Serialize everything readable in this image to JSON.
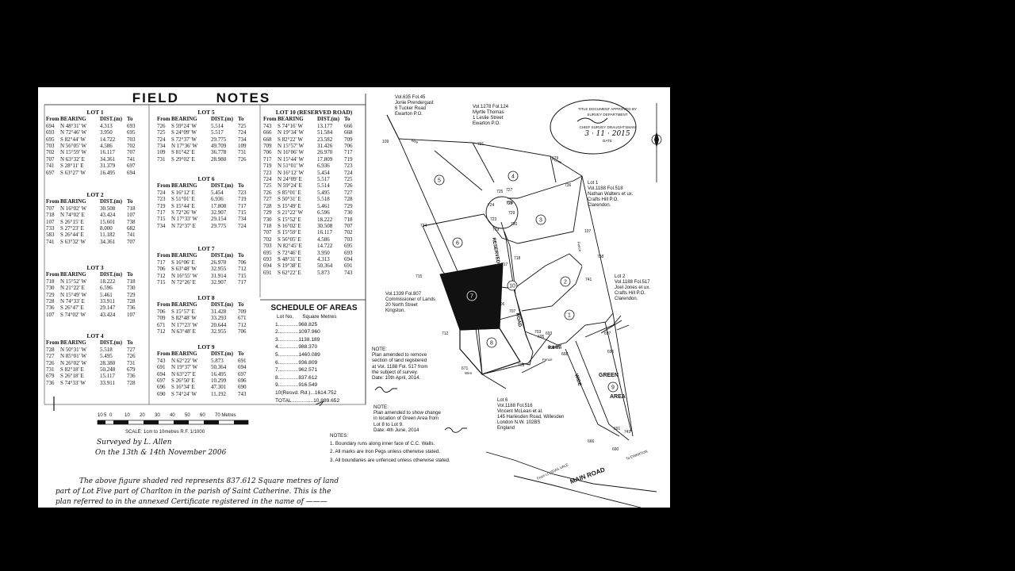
{
  "title": "FIELD NOTES",
  "headers": [
    "From",
    "BEARING",
    "DIST.(m)",
    "To"
  ],
  "lots": [
    {
      "name": "LOT 1",
      "rows": [
        [
          "694",
          "N 48°31' W",
          "4.313",
          "693"
        ],
        [
          "693",
          "N 72°46' W",
          "3.950",
          "695"
        ],
        [
          "695",
          "S 82°44' W",
          "14.722",
          "703"
        ],
        [
          "703",
          "N 56°05' W",
          "4.586",
          "702"
        ],
        [
          "702",
          "N 15°59' W",
          "16.117",
          "707"
        ],
        [
          "707",
          "N 63°32' E",
          "34.361",
          "741"
        ],
        [
          "741",
          "S 28°11' E",
          "31.379",
          "697"
        ],
        [
          "697",
          "S 63°27' W",
          "16.495",
          "694"
        ]
      ]
    },
    {
      "name": "LOT 2",
      "rows": [
        [
          "707",
          "N 16°02' W",
          "30.508",
          "718"
        ],
        [
          "718",
          "N 74°02' E",
          "43.424",
          "107"
        ],
        [
          "107",
          "S 26°15' E",
          "15.601",
          "738"
        ],
        [
          "733",
          "S 27°23' E",
          "8.000",
          "682"
        ],
        [
          "583",
          "S 26°44' E",
          "11.182",
          "741"
        ],
        [
          "741",
          "S 63°32' W",
          "34.361",
          "707"
        ]
      ]
    },
    {
      "name": "LOT 3",
      "rows": [
        [
          "718",
          "N 15°52' W",
          "18.222",
          "718"
        ],
        [
          "730",
          "N 21°22' E",
          "6.596",
          "730"
        ],
        [
          "729",
          "N 15°49' W",
          "5.461",
          "729"
        ],
        [
          "728",
          "N 74°33' E",
          "33.911",
          "728"
        ],
        [
          "736",
          "S 26°47' E",
          "29.147",
          "736"
        ],
        [
          "107",
          "S 74°02' W",
          "43.424",
          "107"
        ]
      ]
    },
    {
      "name": "LOT 4",
      "rows": [
        [
          "728",
          "N 50°31' W",
          "5.518",
          "727"
        ],
        [
          "727",
          "N 85°01' W",
          "5.495",
          "726"
        ],
        [
          "726",
          "N 26°02' W",
          "28.380",
          "731"
        ],
        [
          "731",
          "S 82°18' E",
          "50.248",
          "679"
        ],
        [
          "679",
          "S 26°18' E",
          "15.117",
          "736"
        ],
        [
          "736",
          "S 74°33' W",
          "33.911",
          "728"
        ]
      ]
    },
    {
      "name": "LOT 5",
      "rows": [
        [
          "726",
          "S 59°24' W",
          "5.514",
          "725"
        ],
        [
          "725",
          "S 24°09' W",
          "5.517",
          "724"
        ],
        [
          "724",
          "S 72°37' W",
          "29.775",
          "734"
        ],
        [
          "734",
          "N 17°36' W",
          "49.709",
          "109"
        ],
        [
          "109",
          "S 81°42' E",
          "36.778",
          "731"
        ],
        [
          "731",
          "S 29°02' E",
          "28.980",
          "726"
        ]
      ]
    },
    {
      "name": "LOT 6",
      "rows": [
        [
          "724",
          "S 16°12' E",
          "5.454",
          "723"
        ],
        [
          "723",
          "S 51°01' E",
          "6.936",
          "719"
        ],
        [
          "719",
          "S 15°44' E",
          "17.808",
          "717"
        ],
        [
          "717",
          "S 72°26' W",
          "32.907",
          "715"
        ],
        [
          "715",
          "N 17°33' W",
          "29.154",
          "734"
        ],
        [
          "734",
          "N 72°37' E",
          "29.775",
          "724"
        ]
      ]
    },
    {
      "name": "LOT 7",
      "rows": [
        [
          "717",
          "S 16°06' E",
          "26.970",
          "706"
        ],
        [
          "706",
          "S 63°48' W",
          "32.955",
          "712"
        ],
        [
          "712",
          "N 16°55' W",
          "31.914",
          "715"
        ],
        [
          "715",
          "N 72°26' E",
          "32.907",
          "717"
        ]
      ]
    },
    {
      "name": "LOT 8",
      "rows": [
        [
          "706",
          "S 15°57' E",
          "31.428",
          "709"
        ],
        [
          "709",
          "S 82°48' W",
          "33.293",
          "671"
        ],
        [
          "671",
          "N 17°23' W",
          "20.644",
          "712"
        ],
        [
          "712",
          "N 63°48' E",
          "32.955",
          "706"
        ]
      ]
    },
    {
      "name": "LOT 9",
      "rows": [
        [
          "743",
          "N 62°22' W",
          "5.873",
          "691"
        ],
        [
          "691",
          "N 19°37' W",
          "50.364",
          "694"
        ],
        [
          "694",
          "N 63°27' E",
          "16.495",
          "697"
        ],
        [
          "697",
          "S 26°50' E",
          "10.299",
          "696"
        ],
        [
          "696",
          "S 16°34' E",
          "47.301",
          "690"
        ],
        [
          "690",
          "S 74°24' W",
          "11.192",
          "743"
        ]
      ]
    },
    {
      "name": "LOT 10 (RESERVED ROAD)",
      "rows": [
        [
          "743",
          "S 74°16' W",
          "13.177",
          "666"
        ],
        [
          "666",
          "N 19°34' W",
          "51.584",
          "668"
        ],
        [
          "668",
          "S 82°22' W",
          "23.582",
          "709"
        ],
        [
          "709",
          "N 15°57' W",
          "31.426",
          "706"
        ],
        [
          "706",
          "N 16°06' W",
          "26.970",
          "717"
        ],
        [
          "717",
          "N 15°44' W",
          "17.809",
          "719"
        ],
        [
          "719",
          "N 51°01' W",
          "6.936",
          "723"
        ],
        [
          "723",
          "N 16°12' W",
          "5.454",
          "724"
        ],
        [
          "724",
          "N 24°09' E",
          "5.517",
          "725"
        ],
        [
          "725",
          "N 59°24' E",
          "5.514",
          "726"
        ],
        [
          "726",
          "S 85°01' E",
          "5.495",
          "727"
        ],
        [
          "727",
          "S 50°31' E",
          "5.518",
          "728"
        ],
        [
          "728",
          "S 15°49' E",
          "5.461",
          "729"
        ],
        [
          "729",
          "S 21°22' W",
          "6.596",
          "730"
        ],
        [
          "730",
          "S 15°52' E",
          "18.222",
          "718"
        ],
        [
          "718",
          "S 16°02' E",
          "30.508",
          "707"
        ],
        [
          "707",
          "S 15°59' E",
          "16.117",
          "702"
        ],
        [
          "702",
          "S 56°05' E",
          "4.586",
          "703"
        ],
        [
          "703",
          "N 82°45' E",
          "14.722",
          "695"
        ],
        [
          "695",
          "S 72°46' E",
          "3.950",
          "693"
        ],
        [
          "693",
          "S 48°31' E",
          "4.313",
          "694"
        ],
        [
          "694",
          "S 19°38' E",
          "50.364",
          "691"
        ],
        [
          "691",
          "S 62°22' E",
          "5.873",
          "743"
        ]
      ]
    }
  ],
  "schedule": {
    "title": "SCHEDULE OF AREAS",
    "hdr_lot": "Lot No.",
    "hdr_sqm": "Square Metres",
    "rows": [
      "1..............968.825",
      "2..............1097.960",
      "3..............1138.189",
      "4..............988.370",
      "5..............1460.089",
      "6..............936.809",
      "7..............962.571",
      "8..............837.612",
      "9..............916.549",
      "10(Resvd. Rd.)...1614.752"
    ],
    "total": "TOTAL...............10,889.652"
  },
  "scale": {
    "label": "SCALE: 1cm to 10metres  R.F. 1/1000",
    "ticks": [
      "10",
      "5",
      "0",
      "10",
      "20",
      "30",
      "40",
      "50",
      "60",
      "70 Metres"
    ]
  },
  "surveyed": [
    "Surveyed by L. Allen",
    "On the 13th & 14th November 2006"
  ],
  "cert": [
    "The above figure shaded red represents  837.612  Square metres of land",
    "part of Lot Five part of Charlton in the parish of Saint Catherine. This is the",
    "plan referred to in the annexed Certificate registered in the name of ———"
  ],
  "notes": {
    "title": "NOTES:",
    "items": [
      "1. Boundary runs along inner face of C.C. Walls.",
      "2. All marks are Iron Pegs unless otherwise stated.",
      "3. All boundaries are unfenced unless otherwise stated."
    ]
  },
  "note1": [
    "NOTE:",
    "Plan amended to remove",
    "section of land registered",
    "at Vol. 1188 Fol. 517 from",
    "the subject of survey.",
    "Date: 10th April, 2014."
  ],
  "note2": [
    "NOTE:",
    "Plan amended to show change",
    "in location of Green Area from",
    "Lot 8 to Lot 9.",
    "Date: 4th June, 2014"
  ],
  "owners": [
    [
      "Vol.635 Fol.45",
      "Jonie Prendergast",
      "6 Tucker Road",
      "Ewarton P.O."
    ],
    [
      "Vol.1278 Fol.124",
      "Myrtle Thomas",
      "1 Leslie Street",
      "Ewarton P.O."
    ],
    [
      "Lot 1",
      "Vol.1188 Fol.518",
      "Nathan Walters et ux.",
      "Crafts Hill P.O.",
      "Clarendon."
    ],
    [
      "Lot 2",
      "Vol.1188 Fol.517",
      "Joel Jones et ux.",
      "Crafts Hill P.O.",
      "Clarendon."
    ],
    [
      "Vol.1339 Fol.807",
      "Commissioner of Lands",
      "20 North Street",
      "Kingston."
    ],
    [
      "Lot 6",
      "Vol.1188 Fol.516",
      "Vincent McLean et al.",
      "145 Harlesden Road, Willesden",
      "London N.W. 102BS",
      "England"
    ]
  ],
  "stamp": [
    "TITLE DOCUMENT APPROVED BY",
    "SURVEY DEPARTMENT",
    "CHIEF SURVEY DRAUGHTSMAN",
    "3 · 11 · 2015",
    "DATE"
  ],
  "map_labels": {
    "reserved": "RESERVED",
    "road": "ROAD",
    "wide": "WIDE",
    "green": "GREEN",
    "area": "AREA",
    "main_road": "MAIN ROAD",
    "to_ewarton": "To EWARTON",
    "from_lluidas": "From LLUIDAS VALE",
    "fence": "Fence",
    "wire": "Wire",
    "width": "9.14m"
  },
  "lot_numbers": [
    "1",
    "2",
    "3",
    "4",
    "5",
    "6",
    "7",
    "8",
    "9",
    "10"
  ],
  "points": [
    "109",
    "731",
    "679",
    "736",
    "725",
    "727",
    "726",
    "728",
    "724",
    "729",
    "723",
    "730",
    "734",
    "719",
    "718",
    "107",
    "738",
    "715",
    "717",
    "741",
    "706",
    "707",
    "712",
    "703",
    "695",
    "693",
    "694",
    "697",
    "696",
    "671",
    "709",
    "666",
    "668",
    "691",
    "743",
    "690"
  ]
}
